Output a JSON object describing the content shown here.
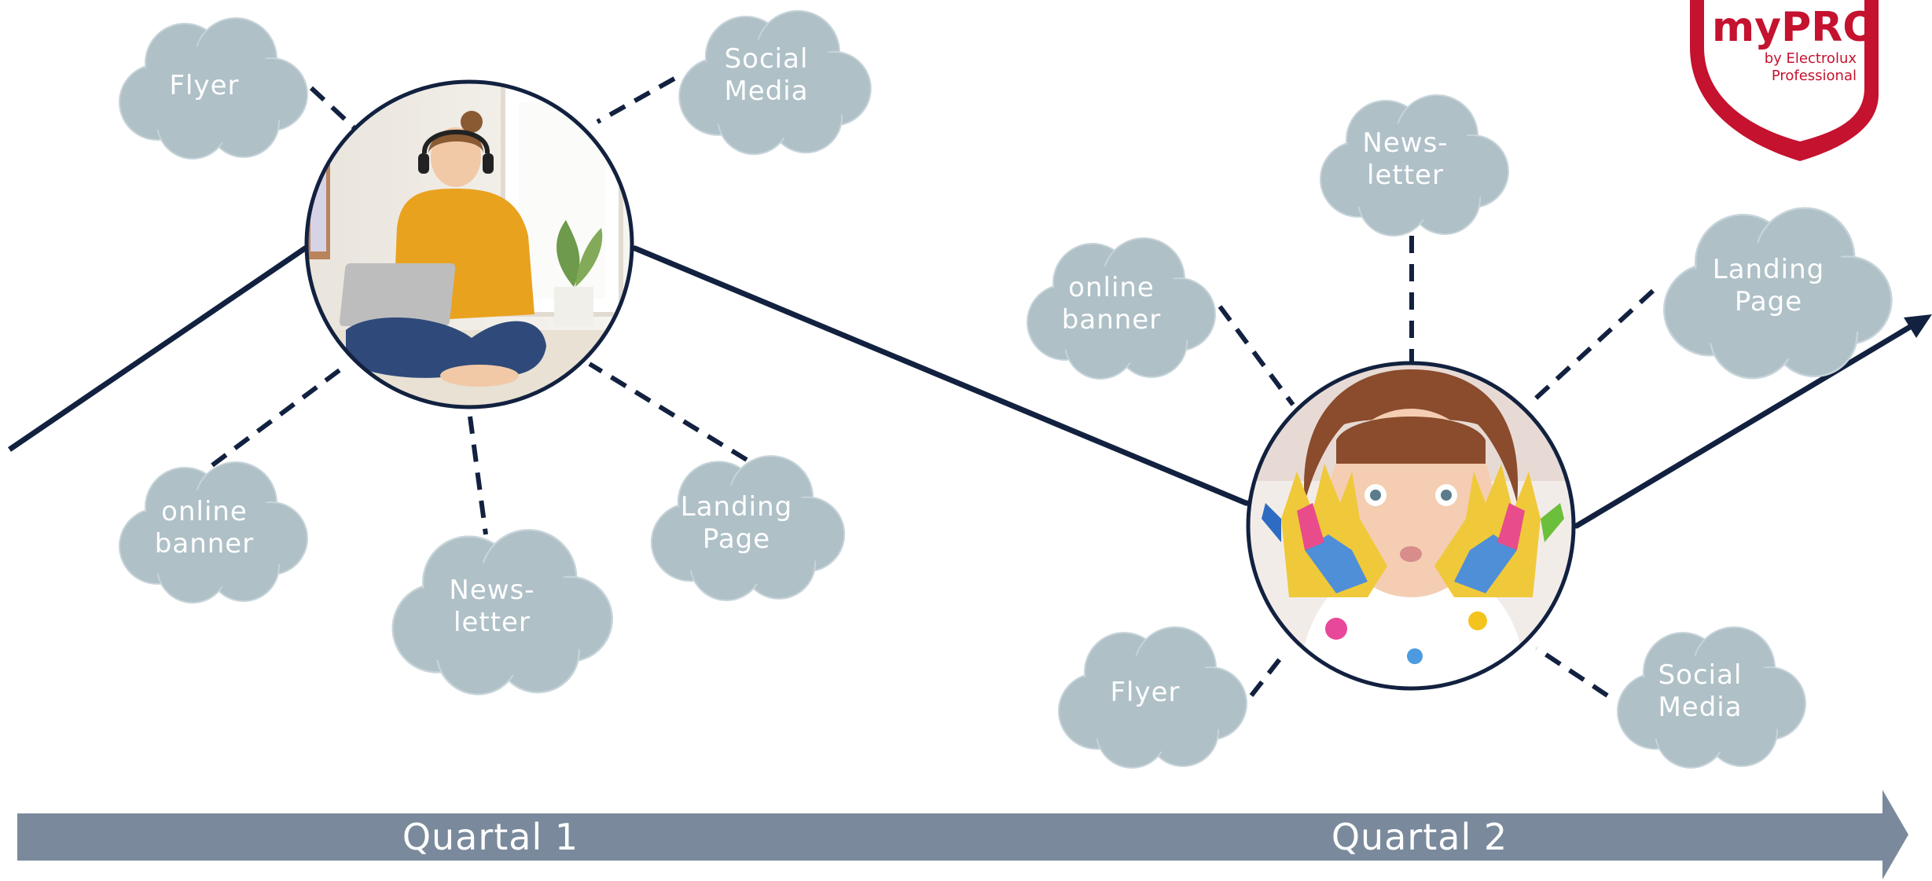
{
  "logo": {
    "brand": "myPRO",
    "by_line_1": "by Electrolux",
    "by_line_2": "Professional"
  },
  "timeline": {
    "quarter_1": "Quartal 1",
    "quarter_2": "Quartal 2"
  },
  "hub_1": {
    "photo": "woman-with-laptop-photo",
    "clouds": {
      "flyer": [
        "Flyer"
      ],
      "social_media": [
        "Social",
        "Media"
      ],
      "online_banner": [
        "online",
        "banner"
      ],
      "newsletter": [
        "News-",
        "letter"
      ],
      "landing_page": [
        "Landing",
        "Page"
      ]
    }
  },
  "hub_2": {
    "photo": "child-with-painted-hands-photo",
    "clouds": {
      "online_banner": [
        "online",
        "banner"
      ],
      "newsletter": [
        "News-",
        "letter"
      ],
      "landing_page": [
        "Landing",
        "Page"
      ],
      "flyer": [
        "Flyer"
      ],
      "social_media": [
        "Social",
        "Media"
      ]
    }
  },
  "colors": {
    "cloud": "#afc0c7",
    "line": "#12213f",
    "timeline": "#7a8a9c",
    "brand": "#c4122f"
  }
}
